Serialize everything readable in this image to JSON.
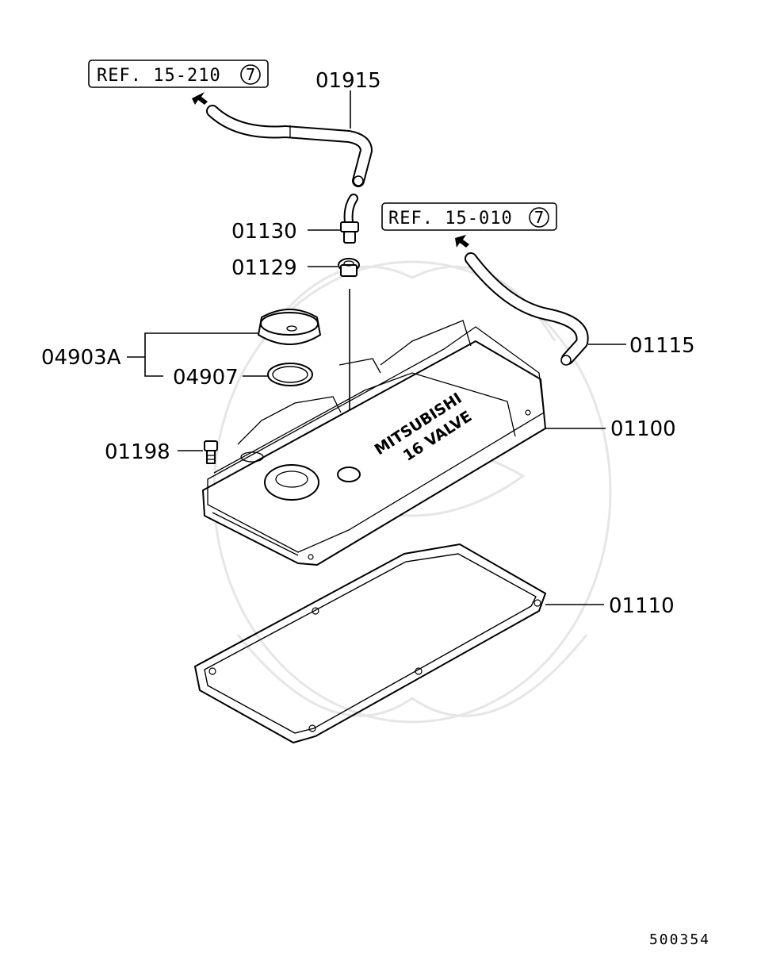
{
  "refs": [
    {
      "text": "REF. 15-210",
      "circled": "7"
    },
    {
      "text": "REF. 15-010",
      "circled": "7"
    }
  ],
  "labels": {
    "p01915": "01915",
    "p01130": "01130",
    "p01129": "01129",
    "p04903A": "04903A",
    "p04907": "04907",
    "p01198": "01198",
    "p01115": "01115",
    "p01100": "01100",
    "p01110": "01110"
  },
  "cover_text": {
    "brand": "MITSUBISHI",
    "sub": "16 VALVE"
  },
  "diagram_code": "500354"
}
